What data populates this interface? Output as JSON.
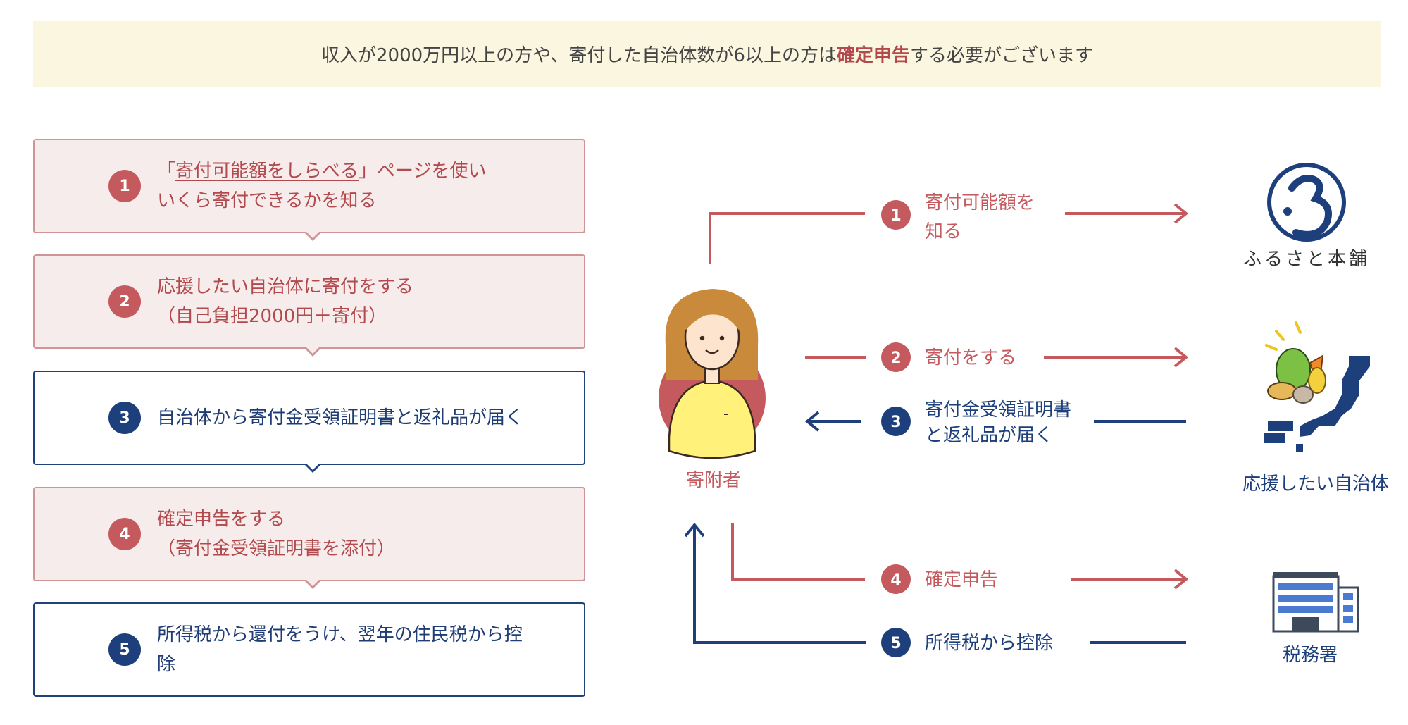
{
  "notice": {
    "before": "収入が2000万円以上の方や、寄付した自治体数が6以上の方は",
    "highlight": "確定申告",
    "after": "する必要がございます"
  },
  "steps": [
    {
      "num": "1",
      "color": "red",
      "line1_open": "「",
      "line1_link": "寄付可能額をしらべる",
      "line1_close": "」ページを使い",
      "line2": "いくら寄付できるかを知る"
    },
    {
      "num": "2",
      "color": "red",
      "line1": "応援したい自治体に寄付をする",
      "line2": "（自己負担2000円＋寄付）"
    },
    {
      "num": "3",
      "color": "blue",
      "line1": "自治体から寄付金受領証明書と返礼品が届く"
    },
    {
      "num": "4",
      "color": "red",
      "line1": "確定申告をする",
      "line2": "（寄付金受領証明書を添付）"
    },
    {
      "num": "5",
      "color": "blue",
      "line1": "所得税から還付をうけ、翌年の住民税から控",
      "line2": "除"
    }
  ],
  "diagram": {
    "donor_label": "寄附者",
    "entities": {
      "furusato": "ふるさと本舗",
      "municipality": "応援したい自治体",
      "tax_office": "税務署"
    },
    "flows": [
      {
        "num": "1",
        "line1": "寄付可能額を",
        "line2": "知る"
      },
      {
        "num": "2",
        "line1": "寄付をする"
      },
      {
        "num": "3",
        "line1": "寄付金受領証明書",
        "line2": "と返礼品が届く"
      },
      {
        "num": "4",
        "line1": "確定申告"
      },
      {
        "num": "5",
        "line1": "所得税から控除"
      }
    ]
  },
  "colors": {
    "red": "#c45a5e",
    "red_text": "#b2494c",
    "blue": "#1d3f7c",
    "notice_bg": "#fbf6e0"
  }
}
